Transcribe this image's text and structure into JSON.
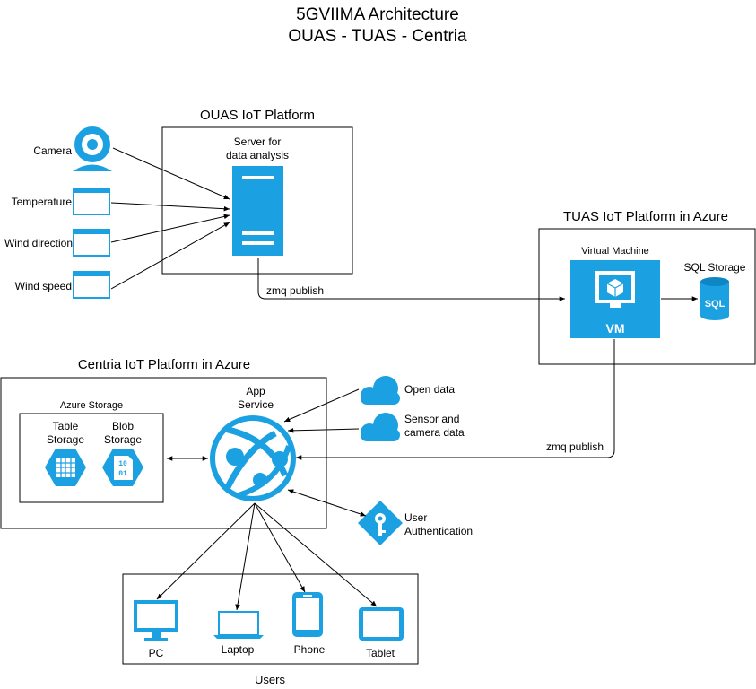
{
  "title": {
    "line1": "5GVIIMA Architecture",
    "line2": "OUAS - TUAS - Centria"
  },
  "colors": {
    "azure": "#1ba1e2",
    "azure_dark": "#0e86c4",
    "line": "#000000"
  },
  "ouas": {
    "title": "OUAS IoT Platform",
    "server_label_1": "Server for",
    "server_label_2": "data analysis",
    "sources": [
      {
        "label": "Camera",
        "icon": "webcam-icon"
      },
      {
        "label": "Temperature",
        "icon": "browser-window-icon"
      },
      {
        "label": "Wind direction",
        "icon": "browser-window-icon"
      },
      {
        "label": "Wind speed",
        "icon": "browser-window-icon"
      }
    ]
  },
  "tuas": {
    "title": "TUAS IoT Platform in Azure",
    "vm_title": "Virtual Machine",
    "vm_label": "VM",
    "sql_title": "SQL Storage",
    "sql_label": "SQL"
  },
  "centria": {
    "title": "Centria IoT Platform in Azure",
    "app_service_1": "App",
    "app_service_2": "Service",
    "azure_storage_title": "Azure Storage",
    "table_storage_1": "Table",
    "table_storage_2": "Storage",
    "blob_storage_1": "Blob",
    "blob_storage_2": "Storage",
    "blob_bits_1": "10",
    "blob_bits_2": "01"
  },
  "external": {
    "open_data": "Open data",
    "sensor_1": "Sensor and",
    "sensor_2": "camera data",
    "auth_1": "User",
    "auth_2": "Authentication"
  },
  "edges": {
    "zmq_1": "zmq publish",
    "zmq_2": "zmq publish"
  },
  "users": {
    "title": "Users",
    "devices": [
      {
        "label": "PC",
        "icon": "monitor-icon"
      },
      {
        "label": "Laptop",
        "icon": "laptop-icon"
      },
      {
        "label": "Phone",
        "icon": "phone-icon"
      },
      {
        "label": "Tablet",
        "icon": "tablet-icon"
      }
    ]
  }
}
